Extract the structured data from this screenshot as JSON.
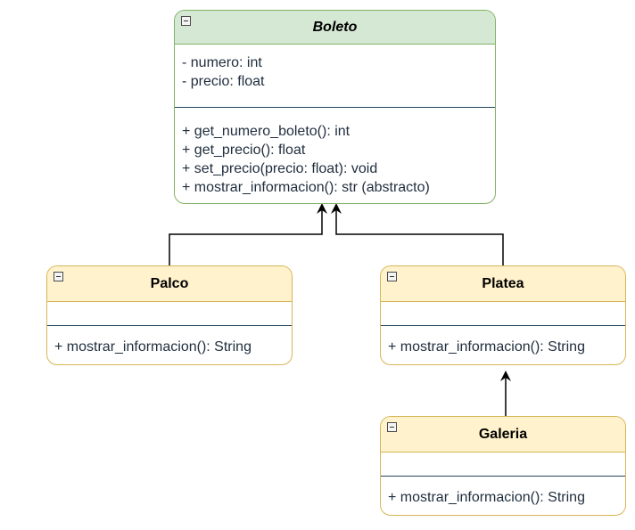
{
  "classes": {
    "boleto": {
      "name": "Boleto",
      "attributes": [
        "- numero: int",
        "- precio: float"
      ],
      "methods": [
        "+ get_numero_boleto(): int",
        "+ get_precio(): float",
        "+ set_precio(precio: float): void",
        "+ mostrar_informacion(): str (abstracto)"
      ]
    },
    "palco": {
      "name": "Palco",
      "methods": [
        "+ mostrar_informacion(): String"
      ]
    },
    "platea": {
      "name": "Platea",
      "methods": [
        "+ mostrar_informacion(): String"
      ]
    },
    "galeria": {
      "name": "Galeria",
      "methods": [
        "+ mostrar_informacion(): String"
      ]
    }
  },
  "relations": [
    {
      "from": "Palco",
      "to": "Boleto",
      "type": "inheritance"
    },
    {
      "from": "Platea",
      "to": "Boleto",
      "type": "inheritance"
    },
    {
      "from": "Galeria",
      "to": "Platea",
      "type": "inheritance"
    }
  ],
  "colors": {
    "parent_fill": "#d5e8d4",
    "parent_stroke": "#82b366",
    "child_fill": "#fff2cc",
    "child_stroke": "#d6b656",
    "divider": "#23445d",
    "edge": "#000000"
  }
}
